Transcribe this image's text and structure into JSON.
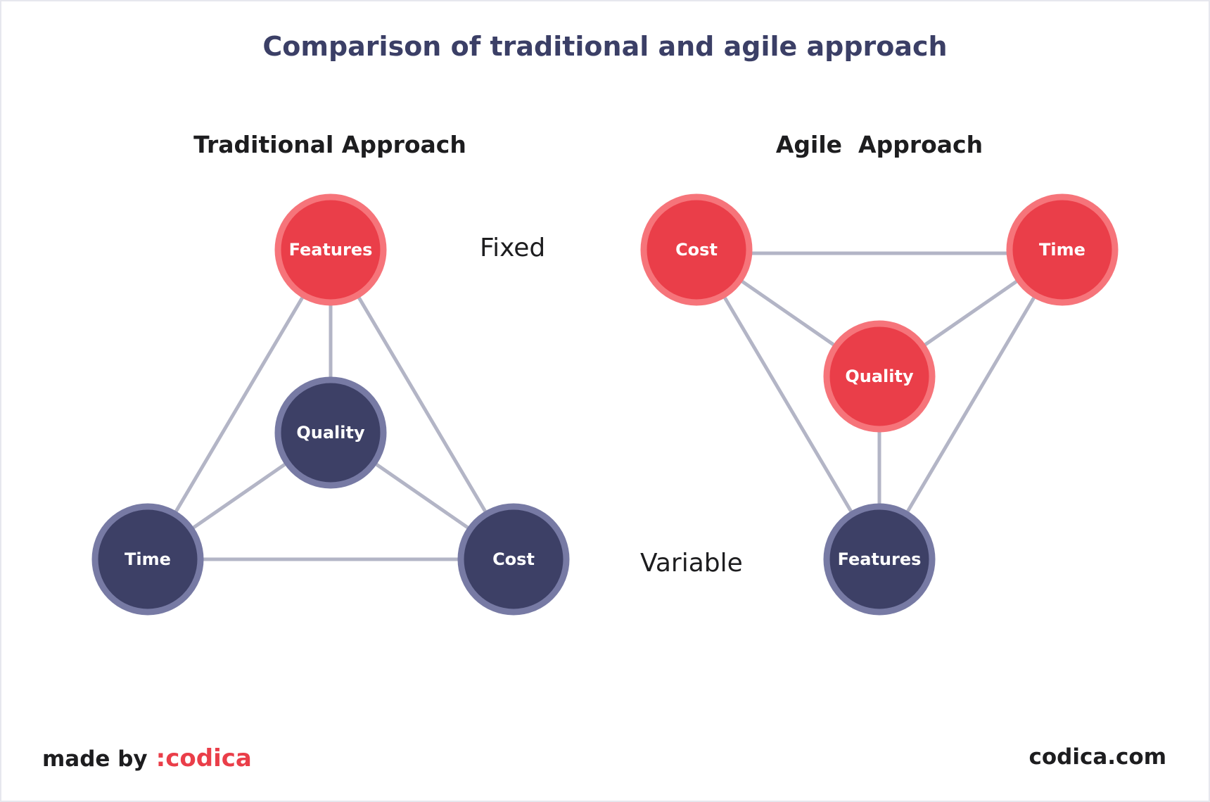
{
  "title": "Comparison of traditional and agile approach",
  "traditional": {
    "heading": "Traditional Approach",
    "nodes": {
      "top": "Features",
      "center": "Quality",
      "left": "Time",
      "right": "Cost"
    }
  },
  "agile": {
    "heading": "Agile  Approach",
    "nodes": {
      "left": "Cost",
      "right": "Time",
      "center": "Quality",
      "bottom": "Features"
    }
  },
  "labels": {
    "fixed": "Fixed",
    "variable": "Variable"
  },
  "footer": {
    "made_by": "made by",
    "brand": ":codica",
    "site": "codica.com"
  },
  "colors": {
    "fixed_fill": "#ea3e49",
    "fixed_ring": "#f6747a",
    "variable_fill": "#3d4066",
    "variable_ring": "#777aa4",
    "edge": "#b3b5c6",
    "title": "#3b3f66"
  }
}
